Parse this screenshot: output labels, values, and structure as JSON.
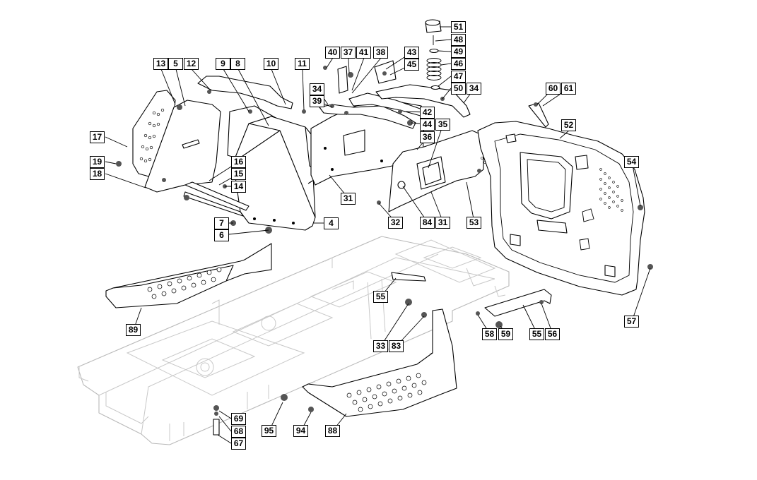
{
  "diagram": {
    "callouts": [
      "13",
      "5",
      "12",
      "9",
      "8",
      "10",
      "11",
      "40",
      "37",
      "41",
      "38",
      "43",
      "45",
      "51",
      "48",
      "49",
      "46",
      "47",
      "50",
      "34",
      "60",
      "61",
      "17",
      "34",
      "39",
      "42",
      "44",
      "36",
      "35",
      "52",
      "19",
      "16",
      "18",
      "15",
      "14",
      "54",
      "31",
      "7",
      "32",
      "84",
      "31",
      "53",
      "4",
      "6",
      "55",
      "57",
      "89",
      "33",
      "83",
      "58",
      "59",
      "55",
      "56",
      "69",
      "68",
      "67",
      "95",
      "94",
      "88"
    ]
  }
}
